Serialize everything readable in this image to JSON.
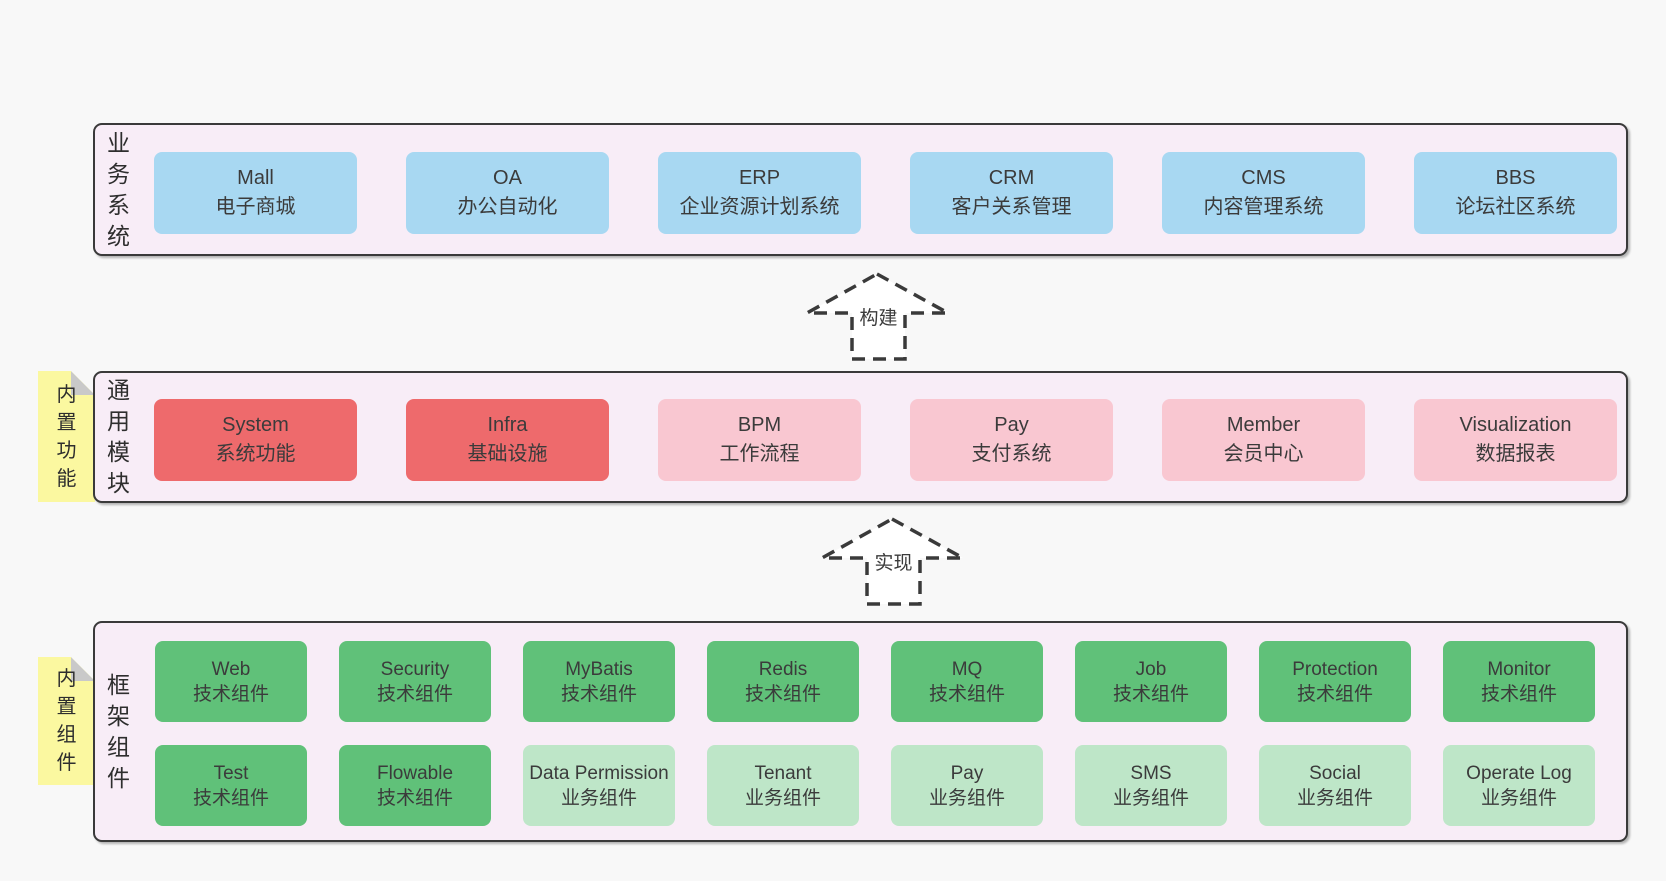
{
  "colors": {
    "page_bg": "#f8f8f8",
    "layer_bg": "#f8edf7",
    "layer_border": "#3a3a3a",
    "blue": "#a8d8f2",
    "red": "#ee6a6c",
    "pink": "#f9c7d1",
    "green_dark": "#60c179",
    "green_light": "#bee6c8",
    "sticky_yellow": "#fbf8a0",
    "sticky_fold": "#c9c9c9",
    "text": "#383838"
  },
  "layers": [
    {
      "label_vertical": "业务系统",
      "boxes": [
        {
          "name": "Mall",
          "desc": "电子商城"
        },
        {
          "name": "OA",
          "desc": "办公自动化"
        },
        {
          "name": "ERP",
          "desc": "企业资源计划系统"
        },
        {
          "name": "CRM",
          "desc": "客户关系管理"
        },
        {
          "name": "CMS",
          "desc": "内容管理系统"
        },
        {
          "name": "BBS",
          "desc": "论坛社区系统"
        }
      ]
    },
    {
      "label_vertical": "通用模块",
      "sticky_note": "内置功能",
      "boxes": [
        {
          "name": "System",
          "desc": "系统功能"
        },
        {
          "name": "Infra",
          "desc": "基础设施"
        },
        {
          "name": "BPM",
          "desc": "工作流程"
        },
        {
          "name": "Pay",
          "desc": "支付系统"
        },
        {
          "name": "Member",
          "desc": "会员中心"
        },
        {
          "name": "Visualization",
          "desc": "数据报表"
        }
      ]
    },
    {
      "label_vertical": "框架组件",
      "sticky_note": "内置组件",
      "rows": [
        {
          "boxes": [
            {
              "name": "Web",
              "desc": "技术组件"
            },
            {
              "name": "Security",
              "desc": "技术组件"
            },
            {
              "name": "MyBatis",
              "desc": "技术组件"
            },
            {
              "name": "Redis",
              "desc": "技术组件"
            },
            {
              "name": "MQ",
              "desc": "技术组件"
            },
            {
              "name": "Job",
              "desc": "技术组件"
            },
            {
              "name": "Protection",
              "desc": "技术组件"
            },
            {
              "name": "Monitor",
              "desc": "技术组件"
            }
          ]
        },
        {
          "boxes": [
            {
              "name": "Test",
              "desc": "技术组件"
            },
            {
              "name": "Flowable",
              "desc": "技术组件"
            },
            {
              "name": "Data Permission",
              "desc": "业务组件"
            },
            {
              "name": "Tenant",
              "desc": "业务组件"
            },
            {
              "name": "Pay",
              "desc": "业务组件"
            },
            {
              "name": "SMS",
              "desc": "业务组件"
            },
            {
              "name": "Social",
              "desc": "业务组件"
            },
            {
              "name": "Operate Log",
              "desc": "业务组件"
            }
          ]
        }
      ]
    }
  ],
  "arrows": [
    {
      "label": "构建"
    },
    {
      "label": "实现"
    }
  ]
}
